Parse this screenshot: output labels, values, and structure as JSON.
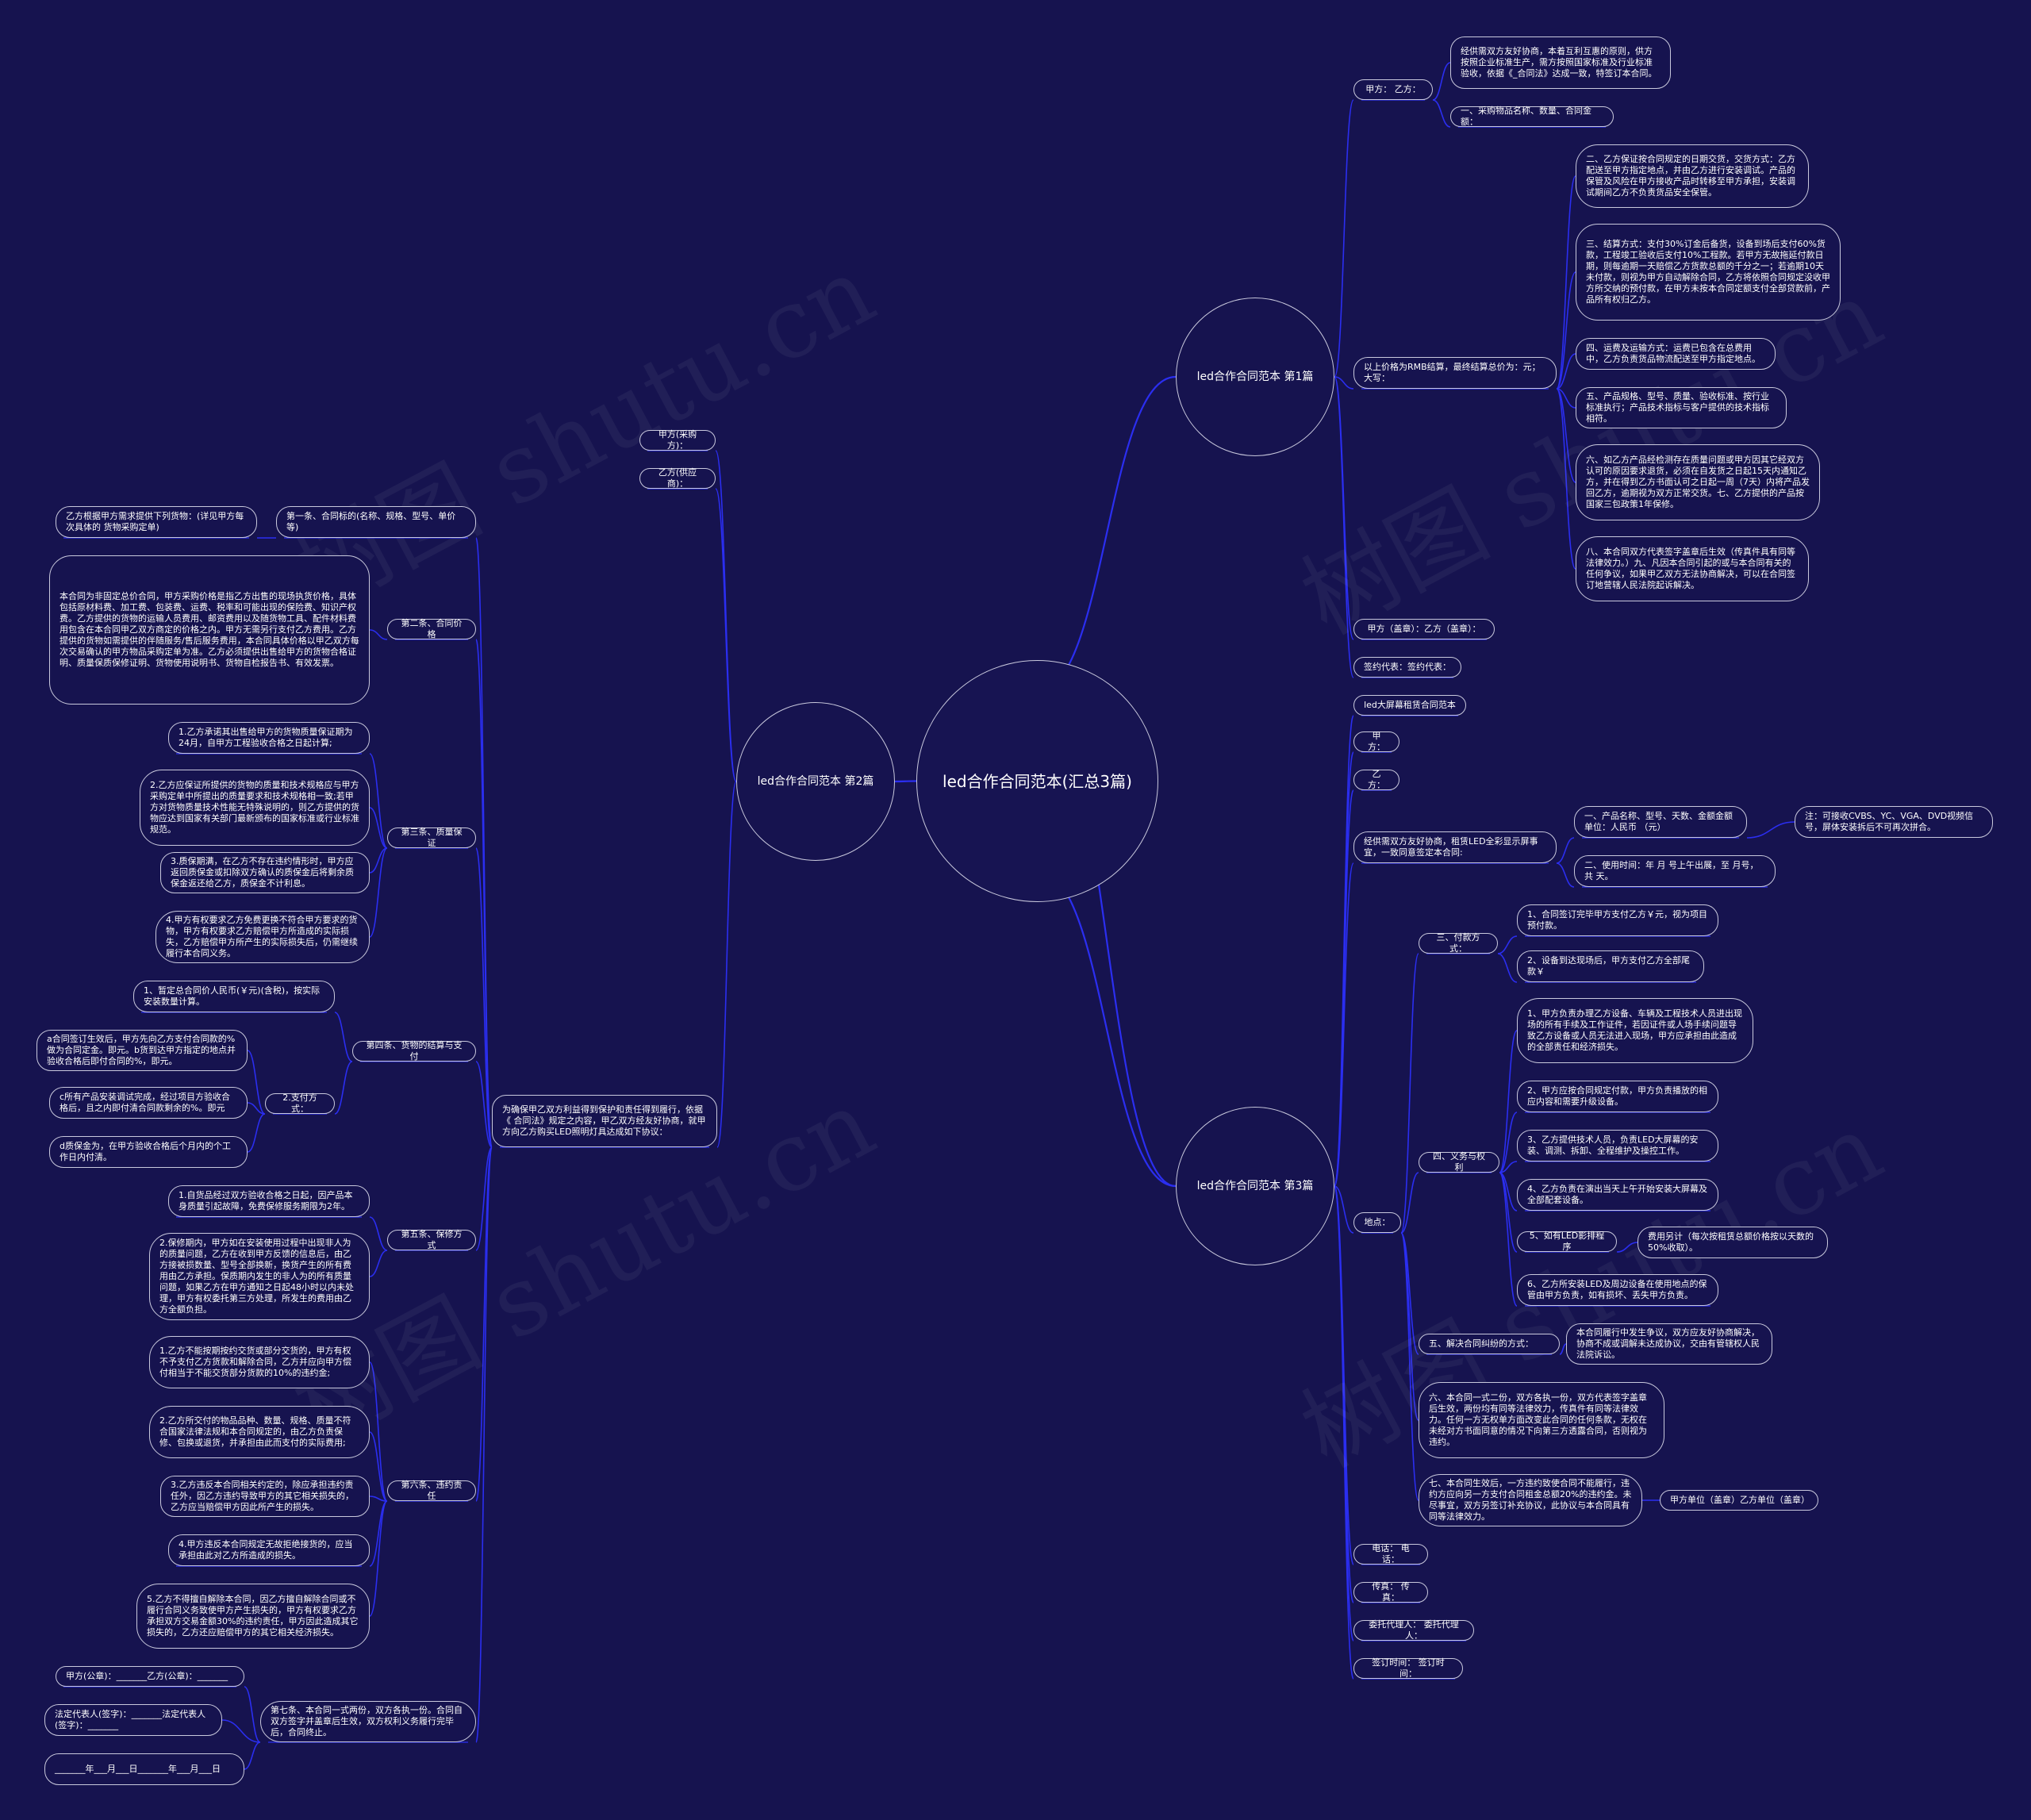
{
  "root": {
    "label": "led合作合同范本(汇总3篇)"
  },
  "branches": {
    "p1": "led合作合同范本 第1篇",
    "p2": "led合作合同范本 第2篇",
    "p3": "led合作合同范本 第3篇"
  },
  "p1": {
    "jiafang": "甲方： 乙方：",
    "intro": "经供需双方友好协商，本着互利互惠的原则，供方按照企业标准生产，需方按照国家标准及行业标准验收，依据《_合同法》达成一致，特签订本合同。",
    "item1": "一、采购物品名称、数量、合同金额：",
    "rmb": "以上价格为RMB结算，最终结算总价为：元；大写：",
    "c2": "二、乙方保证按合同规定的日期交货，交货方式：乙方配送至甲方指定地点，并由乙方进行安装调试。产品的保管及风险在甲方接收产品时转移至甲方承担，安装调试期间乙方不负责货品安全保管。",
    "c3": "三、结算方式：支付30%订金后备货，设备到场后支付60%货款，工程竣工验收后支付10%工程款。若甲方无故拖延付款日期，则每逾期一天赔偿乙方货款总额的千分之一；若逾期10天未付款，则视为甲方自动解除合同，乙方将依照合同规定没收甲方所交纳的预付款，在甲方未按本合同定额支付全部贷款前，产品所有权归乙方。",
    "c4": "四、运费及运输方式：运费已包含在总费用中，乙方负责货品物流配送至甲方指定地点。",
    "c5": "五、产品规格、型号、质量、验收标准、按行业标准执行；产品技术指标与客户提供的技术指标相符。",
    "c6": "六、如乙方产品经检测存在质量问题或甲方因其它经双方认可的原因要求退货，必须在自发货之日起15天内通知乙方，并在得到乙方书面认可之日起一周（7天）内将产品发回乙方，逾期视为双方正常交货。七、乙方提供的产品按国家三包政策1年保修。",
    "c8": "八、本合同双方代表签字盖章后生效（传真件具有同等法律效力。）九、凡因本合同引起的或与本合同有关的任何争议，如果甲乙双方无法协商解决，可以在合同签订地营辖人民法院起诉解决。",
    "sign1": "甲方（盖章）：乙方（盖章）：",
    "sign2": "签约代表：签约代表："
  },
  "p2": {
    "jiafang": "甲方(采购方)：",
    "yifang": "乙方(供应商)：",
    "intro": "为确保甲乙双方利益得到保护和责任得到履行，依据《 合同法》规定之内容，甲乙双方经友好协商，就甲方向乙方购买LED照明灯具达成如下协议：",
    "a1": "第一条、合同标的(名称、规格、型号、单价等)",
    "a1_leaf": "乙方根据甲方需求提供下列货物：(详见甲方每次具体的 货物采购定单)",
    "a2": "第二条、合同价格",
    "a2_leaf": "本合同为非固定总价合同，甲方采购价格是指乙方出售的现场执货价格，具体包括原材料费、加工费、包装费、运费、税率和可能出现的保险费、知识产权费。乙方提供的货物的运输人员费用、邮资费用以及随货物工具、配件材料费用包含在本合同甲乙双方商定的价格之内。甲方无需另行支付乙方费用。乙方提供的货物如需提供的伴随服务/售后服务费用，本合同具体价格以甲乙双方每次交易确认的甲方物品采购定单为准。乙方必须提供出售给甲方的货物合格证明、质量保质保修证明、货物使用说明书、货物自检报告书、有效发票。",
    "a3": "第三条、质量保证",
    "a3_1": "1.乙方承诺其出售给甲方的货物质量保证期为24月，自甲方工程验收合格之日起计算;",
    "a3_2": "2.乙方应保证所提供的货物的质量和技术规格应与甲方采购定单中所提出的质量要求和技术规格相一致;若甲方对货物质量技术性能无特殊说明的，则乙方提供的货物应达到国家有关部门最新颁布的国家标准或行业标准规范。",
    "a3_3": "3.质保期满，在乙方不存在违约情形时，甲方应返回质保金或扣除双方确认的质保金后将剩余质保金返还给乙方，质保金不计利息。",
    "a3_4": "4.甲方有权要求乙方免费更换不符合甲方要求的货物，甲方有权要求乙方赔偿甲方所造成的实际损失，乙方赔偿甲方所产生的实际损失后，仍需继续履行本合同义务。",
    "a4": "第四条、货物的结算与支付",
    "a4_1": "1、暂定总合同价人民币(￥元)(含税)，按实际安装数量计算。",
    "a4_2": "2.支付方式：",
    "a4_2a": "a合同签订生效后，甲方先向乙方支付合同款的%做为合同定金。即元。b货到达甲方指定的地点并验收合格后即付合同的%，即元。",
    "a4_2c": "c所有产品安装调试完成，经过项目方验收合格后，且之内即付清合同款剩余的%。即元",
    "a4_2d": "d质保金为，在甲方验收合格后个月内的个工作日内付清。",
    "a5": "第五条、保修方式",
    "a5_1": "1.自货品经过双方验收合格之日起，因产品本身质量引起故障，免费保修服务期限为2年。",
    "a5_2": "2.保修期内，甲方如在安装使用过程中出现非人为的质量问题，乙方在收到甲方反馈的信息后，由乙方接被损数量、型号全部换新，换货产生的所有费用由乙方承担。保质期内发生的非人为的所有质量问题，如果乙方在甲方通知之日起48小时以内未处理，甲方有权委托第三方处理，所发生的费用由乙方全额负担。",
    "a6": "第六条、违约责任",
    "a6_1": "1.乙方不能按期按约交货或部分交货的，甲方有权不予支付乙方货款和解除合同，乙方并应向甲方偿付相当于不能交货部分货款的10%的违约金;",
    "a6_2": "2.乙方所交付的物品品种、数量、规格、质量不符合国家法律法规和本合同规定的，由乙方负责保修、包换或退货，并承担由此而支付的实际费用;",
    "a6_3": "3.乙方违反本合同相关约定的，除应承担违约责任外，因乙方违约导致甲方的其它相关损失的，乙方应当赔偿甲方因此所产生的损失。",
    "a6_4": "4.甲方违反本合同规定无故拒绝接货的，应当承担由此对乙方所造成的损失。",
    "a6_5": "5.乙方不得擅自解除本合同，因乙方擅自解除合同或不履行合同义务致使甲方产生损失的，甲方有权要求乙方承担双方交易金额30%的违约责任，甲方因此造成其它损失的，乙方还应赔偿甲方的其它相关经济损失。",
    "a7": "第七条、本合同一式两份，双方各执一份。合同自双方签字并盖章后生效，双方权利义务履行完毕后，合同终止。",
    "a7_1": "甲方(公章)：_______乙方(公章)：_______",
    "a7_2": "法定代表人(签字)：_______法定代表人(签字)：_______",
    "a7_3": "_______年___月___日_______年___月___日"
  },
  "p3": {
    "title": "led大屏幕租赁合同范本",
    "jiafang": "甲方：",
    "yifang": "乙方：",
    "intro": "经供需双方友好协商，租赁LED全彩显示屏事宜，一致同意签定本合同:",
    "i1": "一、产品名称、型号、天数、金额金额单位：人民币 （元）",
    "i1_note": "注：可接收CVBS、YC、VGA、DVD视频信号，屏体安装拆后不可再次拼合。",
    "i2": "二、使用时间：年 月 号上午出展，至 月号，共 天。",
    "place": "地点：",
    "pay": "三、付款方式：",
    "pay1": "1、合同签订完毕甲方支付乙方￥元，视为项目预付款。",
    "pay2": "2、设备到达现场后，甲方支付乙方全部尾款￥",
    "duty": "四、义务与权利",
    "d1": "1、甲方负责办理乙方设备、车辆及工程技术人员进出现场的所有手续及工作证件，若因证件或人场手续问题导致乙方设备或人员无法进入现场，甲方应承担由此造成的全部责任和经济损失。",
    "d2": "2、甲方应按合同规定付款，甲方负责播放的相应内容和需要升级设备。",
    "d3": "3、乙方提供技术人员，负责LED大屏幕的安装、调测、拆卸、全程维护及操控工作。",
    "d4": "4、乙方负责在演出当天上午开始安装大屏幕及全部配套设备。",
    "d5": "5、如有LED影排程序",
    "d5_note": "费用另计（每次按租赁总额价格按以天数的50%收取）。",
    "d6": "6、乙方所安装LED及周边设备在使用地点的保管由甲方负责，如有损坏、丢失甲方负责。",
    "dispute": "五、解决合同纠纷的方式：",
    "dispute_leaf": "本合同履行中发生争议，双方应友好协商解决，协商不成或调解未达成协议，交由有管辖权人民法院诉讼。",
    "six": "六、本合同一式二份，双方各执一份，双方代表签字盖章后生效，两份均有同等法律效力，传真件有同等法律效力。任何一方无权单方面改变此合同的任何条款，无权在未经对方书面同意的情况下向第三方透露合同，否则视为违约。",
    "seven": "七、本合同生效后，一方违约致使合同不能履行，违约方应向另一方支付合同租金总额20%的违约金。未尽事宜，双方另签订补充协议，此协议与本合同具有同等法律效力。",
    "seven_leaf": "甲方单位（盖章）乙方单位（盖章）",
    "tel": "电话： 电话：",
    "fax": "传真： 传真：",
    "agent": "委托代理人： 委托代理人：",
    "date": "签订时间： 签订时间："
  },
  "watermark": "树图 shutu.cn",
  "colors": {
    "background": "#16134f",
    "line": "#2b2ef0",
    "border": "#c9c9dd"
  }
}
